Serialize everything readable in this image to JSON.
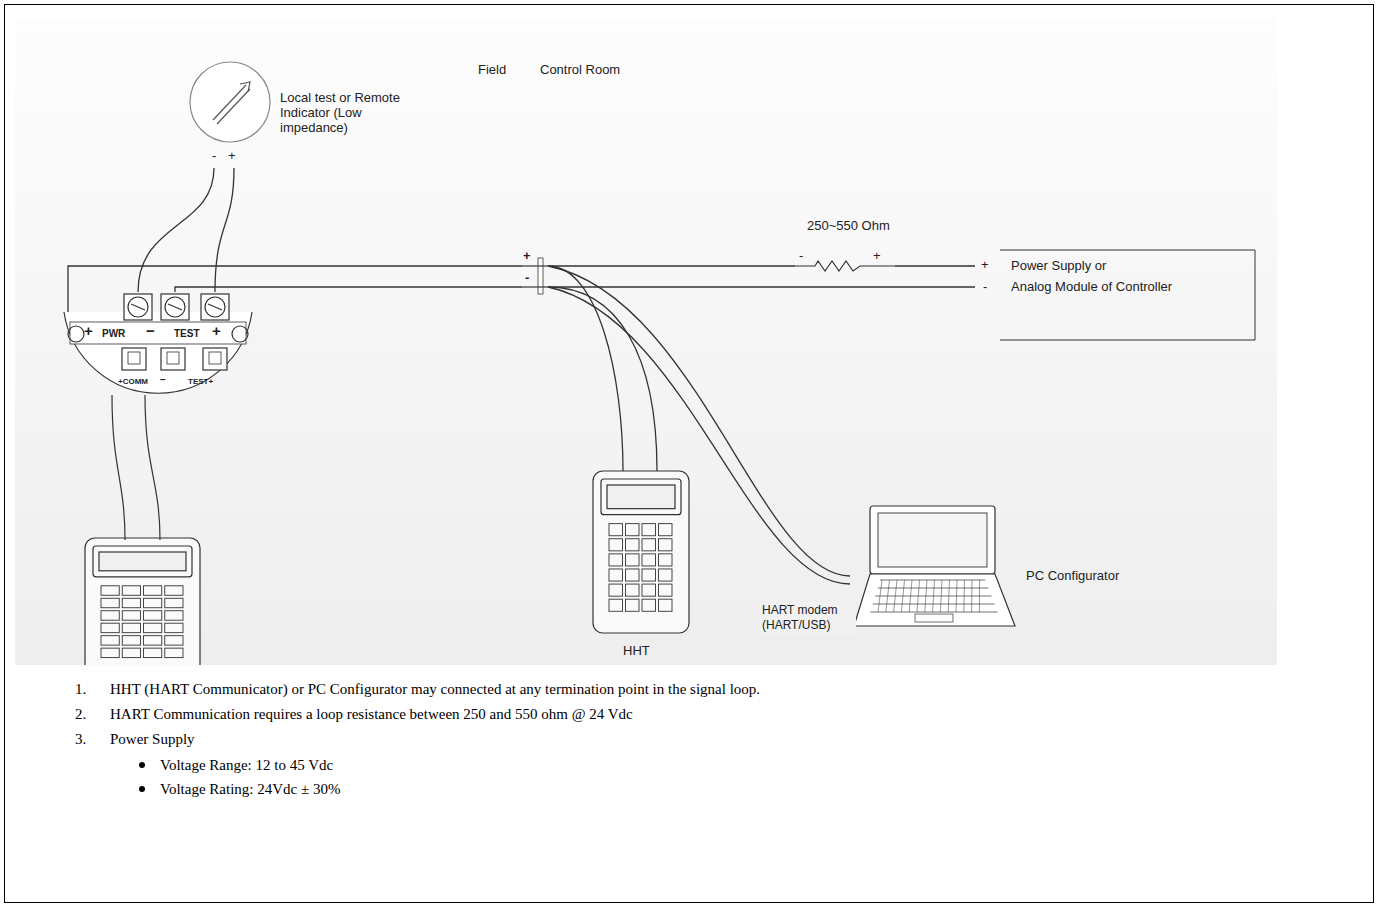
{
  "diagram": {
    "nodes": [
      {
        "text": [
          "Local test or Remote Indicator (Low impedance)",
          "-",
          "+"
        ]
      },
      {
        "text": [
          "+",
          "PWR",
          "−",
          "TEST",
          "+",
          "+COMM",
          "−",
          "TEST+"
        ]
      },
      {
        "text": [
          "+",
          "-"
        ]
      },
      {
        "text": [
          "250~550 Ohm",
          "-",
          "+"
        ]
      },
      {
        "text": [
          "+",
          "Power Supply or",
          "-",
          "Analog Module of Controller"
        ]
      },
      {
        "text": [
          "HHT"
        ]
      },
      {
        "text": [
          "PC Configurator"
        ]
      }
    ],
    "edges": [
      {
        "from": 0,
        "to": 1,
        "arrow": "none"
      },
      {
        "from": 1,
        "to": 2,
        "arrow": "none"
      },
      {
        "from": 2,
        "to": 3,
        "arrow": "none"
      },
      {
        "from": 3,
        "to": 4,
        "arrow": "none"
      },
      {
        "from": 2,
        "to": 4,
        "arrow": "none"
      },
      {
        "from": 5,
        "to": 2,
        "arrow": "none"
      },
      {
        "from": 6,
        "to": 2,
        "label": "HART modem (HART/USB)",
        "arrow": "none"
      }
    ],
    "labels": [
      "Field",
      "Control Room",
      "1.",
      "HHT (HART Communicator) or PC Configurator may connected at any termination point in the signal loop.",
      "2.",
      "HART Communication requires a loop resistance between 250 and 550 ohm @ 24 Vdc",
      "3.",
      "Power Supply",
      "Voltage Range: 12 to 45 Vdc",
      "Voltage Rating: 24Vdc ± 30%"
    ]
  }
}
